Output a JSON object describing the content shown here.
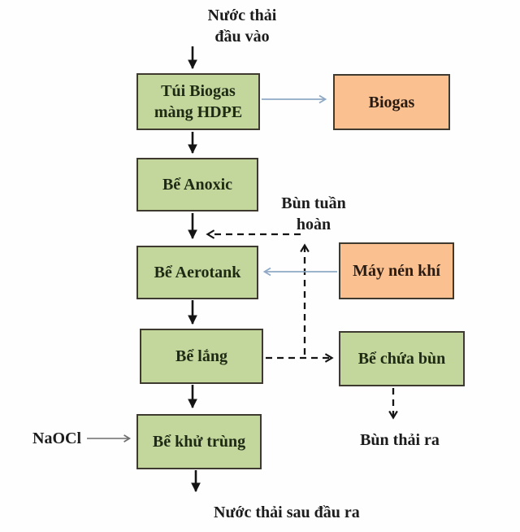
{
  "diagram": {
    "description": "Wastewater treatment process flowchart",
    "nodes": {
      "biogas_bag": {
        "label": "Túi Biogas\nmàng HDPE",
        "fill": "#c3d69b"
      },
      "biogas": {
        "label": "Biogas",
        "fill": "#fac090"
      },
      "anoxic": {
        "label": "Bể Anoxic",
        "fill": "#c3d69b"
      },
      "aerotank": {
        "label": "Bể Aerotank",
        "fill": "#c3d69b"
      },
      "air_compressor": {
        "label": "Máy nén khí",
        "fill": "#fac090"
      },
      "settling": {
        "label": "Bể lắng",
        "fill": "#c3d69b"
      },
      "sludge_tank": {
        "label": "Bể chứa bùn",
        "fill": "#c3d69b"
      },
      "disinfection": {
        "label": "Bể khử trùng",
        "fill": "#c3d69b"
      }
    },
    "annotations": {
      "inflow": "Nước thải\nđầu vào",
      "recirculated_sludge": "Bùn tuần\nhoàn",
      "naocl": "NaOCl",
      "sludge_out": "Bùn thải ra",
      "outflow": "Nước thải sau đầu ra"
    },
    "colors": {
      "process_fill": "#c3d69b",
      "utility_fill": "#fac090",
      "border": "#3e3a30",
      "solid_arrow": "#141414",
      "dashed_arrow": "#141414",
      "blue_arrow": "#8fa9c6",
      "gray_arrow": "#6e6e6e",
      "background": "#fefefe"
    }
  }
}
